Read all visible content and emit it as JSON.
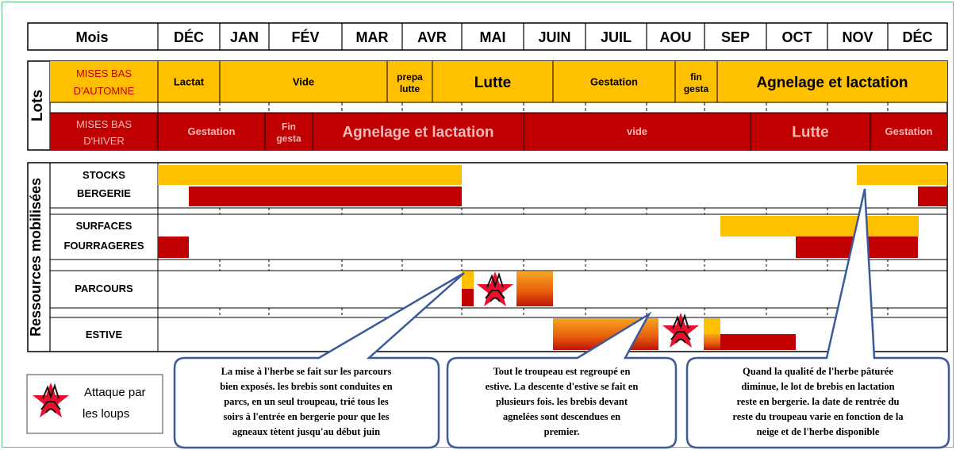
{
  "header": {
    "mois_label": "Mois",
    "months": [
      "DÉC",
      "JAN",
      "FÉV",
      "MAR",
      "AVR",
      "MAI",
      "JUIN",
      "JUIL",
      "AOU",
      "SEP",
      "OCT",
      "NOV",
      "DÉC"
    ]
  },
  "lots": {
    "section_label": "Lots",
    "automne": {
      "label_line1": "MISES BAS",
      "label_line2": "D'AUTOMNE",
      "phases": [
        {
          "line1": "Lactat",
          "line2": ""
        },
        {
          "line1": "Vide",
          "line2": ""
        },
        {
          "line1": "prepa",
          "line2": "lutte"
        },
        {
          "line1": "Lutte",
          "line2": ""
        },
        {
          "line1": "Gestation",
          "line2": ""
        },
        {
          "line1": "fin",
          "line2": "gesta"
        },
        {
          "line1": "Agnelage et lactation",
          "line2": ""
        }
      ]
    },
    "hiver": {
      "label_line1": "MISES BAS",
      "label_line2": "D'HIVER",
      "phases": [
        {
          "line1": "Gestation",
          "line2": ""
        },
        {
          "line1": "Fin",
          "line2": "gesta"
        },
        {
          "line1": "Agnelage et lactation",
          "line2": ""
        },
        {
          "line1": "vide",
          "line2": ""
        },
        {
          "line1": "Lutte",
          "line2": ""
        },
        {
          "line1": "Gestation",
          "line2": ""
        }
      ]
    }
  },
  "ressources": {
    "section_label": "Ressources mobilisées",
    "rows": [
      {
        "line1": "STOCKS",
        "line2": "BERGERIE"
      },
      {
        "line1": "SURFACES",
        "line2": "FOURRAGERES"
      },
      {
        "line1": "PARCOURS",
        "line2": ""
      },
      {
        "line1": "ESTIVE",
        "line2": ""
      }
    ]
  },
  "legend": {
    "line1": "Attaque par",
    "line2": "les loups",
    "icon": "wolf-attack-icon"
  },
  "callouts": [
    {
      "lines": [
        "La mise à l'herbe se fait sur les parcours",
        "bien exposés. les brebis sont conduites en",
        "parcs, en un seul troupeau, trié tous les",
        "soirs à l'entrée en bergerie pour que les",
        "agneaux tètent jusqu'au début juin"
      ]
    },
    {
      "lines": [
        "Tout le troupeau est regroupé en",
        "estive. La descente d'estive se fait en",
        "plusieurs fois. les brebis devant",
        "agnelées sont descendues en",
        "premier."
      ]
    },
    {
      "lines": [
        "Quand la qualité de l'herbe pâturée",
        "diminue, le lot de  brebis en lactation",
        "reste en  bergerie. la date de rentrée du",
        "reste du troupeau varie en fonction de la",
        "neige et de l'herbe disponible"
      ]
    }
  ],
  "colors": {
    "yellow": "#FFC000",
    "red": "#C00000",
    "orange_top": "#F39C12",
    "hiver_label_text": "#F4B8B8",
    "automne_label_text": "#C00000",
    "callout_border": "#3B5A9A"
  }
}
